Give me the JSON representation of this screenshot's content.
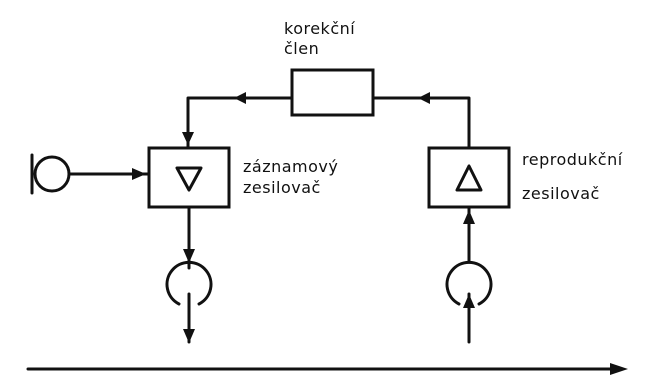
{
  "labels": {
    "correction_line1": "korekční",
    "correction_line2": "člen",
    "recording_line1": "záznamový",
    "recording_line2": "zesilovač",
    "playback_line1": "reprodukční",
    "playback_line2": "zesilovač"
  },
  "colors": {
    "ink": "#111111",
    "background": "#ffffff"
  }
}
